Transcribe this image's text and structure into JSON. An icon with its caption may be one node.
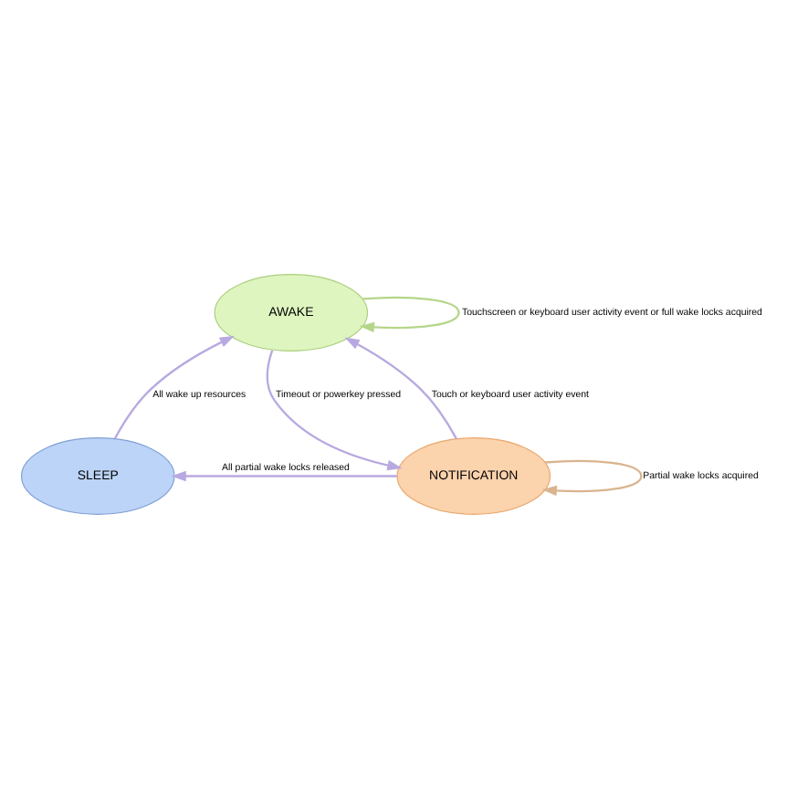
{
  "diagram": {
    "nodes": [
      {
        "text": [
          "AWAKE"
        ]
      },
      {
        "text": [
          "SLEEP"
        ]
      },
      {
        "text": [
          "NOTIFICATION"
        ]
      }
    ],
    "edges": [
      {
        "from": 0,
        "to": 0,
        "arrow": "to",
        "label": "Touchscreen or keyboard user activity event or full wake locks acquired",
        "color": "#b5d68a"
      },
      {
        "from": 0,
        "to": 2,
        "arrow": "to",
        "label": "Timeout or powerkey pressed"
      },
      {
        "from": 2,
        "to": 0,
        "arrow": "to",
        "label": "Touch or keyboard user activity event"
      },
      {
        "from": 2,
        "to": 1,
        "arrow": "to",
        "label": "All partial wake locks released"
      },
      {
        "from": 1,
        "to": 0,
        "arrow": "to",
        "label": "All wake up resources"
      },
      {
        "from": 2,
        "to": 2,
        "arrow": "to",
        "label": "Partial wake locks acquired",
        "color": "#d9b48f"
      }
    ]
  }
}
